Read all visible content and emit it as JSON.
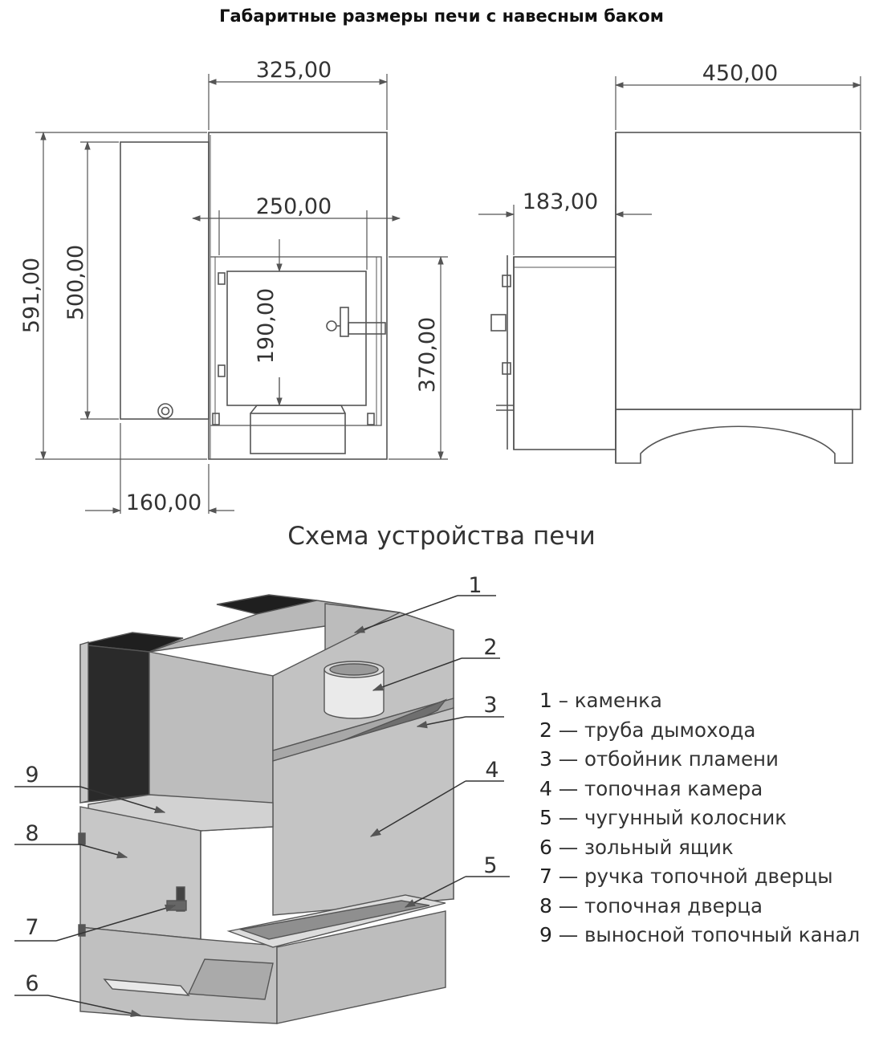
{
  "title": "Габаритные размеры печи с навесным баком",
  "subtitle": "Схема устройства печи",
  "dimensions": {
    "total_width": "325,00",
    "side_depth": "450,00",
    "inner_width": "250,00",
    "side_offset": "183,00",
    "total_height": "591,00",
    "tank_height": "500,00",
    "door_height": "190,00",
    "body_height": "370,00",
    "tank_width": "160,00"
  },
  "callouts": [
    "1",
    "2",
    "3",
    "4",
    "5",
    "6",
    "7",
    "8",
    "9"
  ],
  "legend": [
    {
      "num": "1",
      "text": " – каменка"
    },
    {
      "num": "2",
      "text": " — труба дымохода"
    },
    {
      "num": "3",
      "text": " — отбойник пламени"
    },
    {
      "num": "4",
      "text": " — топочная камера"
    },
    {
      "num": "5",
      "text": " — чугунный колосник"
    },
    {
      "num": "6",
      "text": " — зольный ящик"
    },
    {
      "num": "7",
      "text": " — ручка топочной дверцы"
    },
    {
      "num": "8",
      "text": " — топочная дверца"
    },
    {
      "num": "9",
      "text": " — выносной топочный канал"
    }
  ]
}
